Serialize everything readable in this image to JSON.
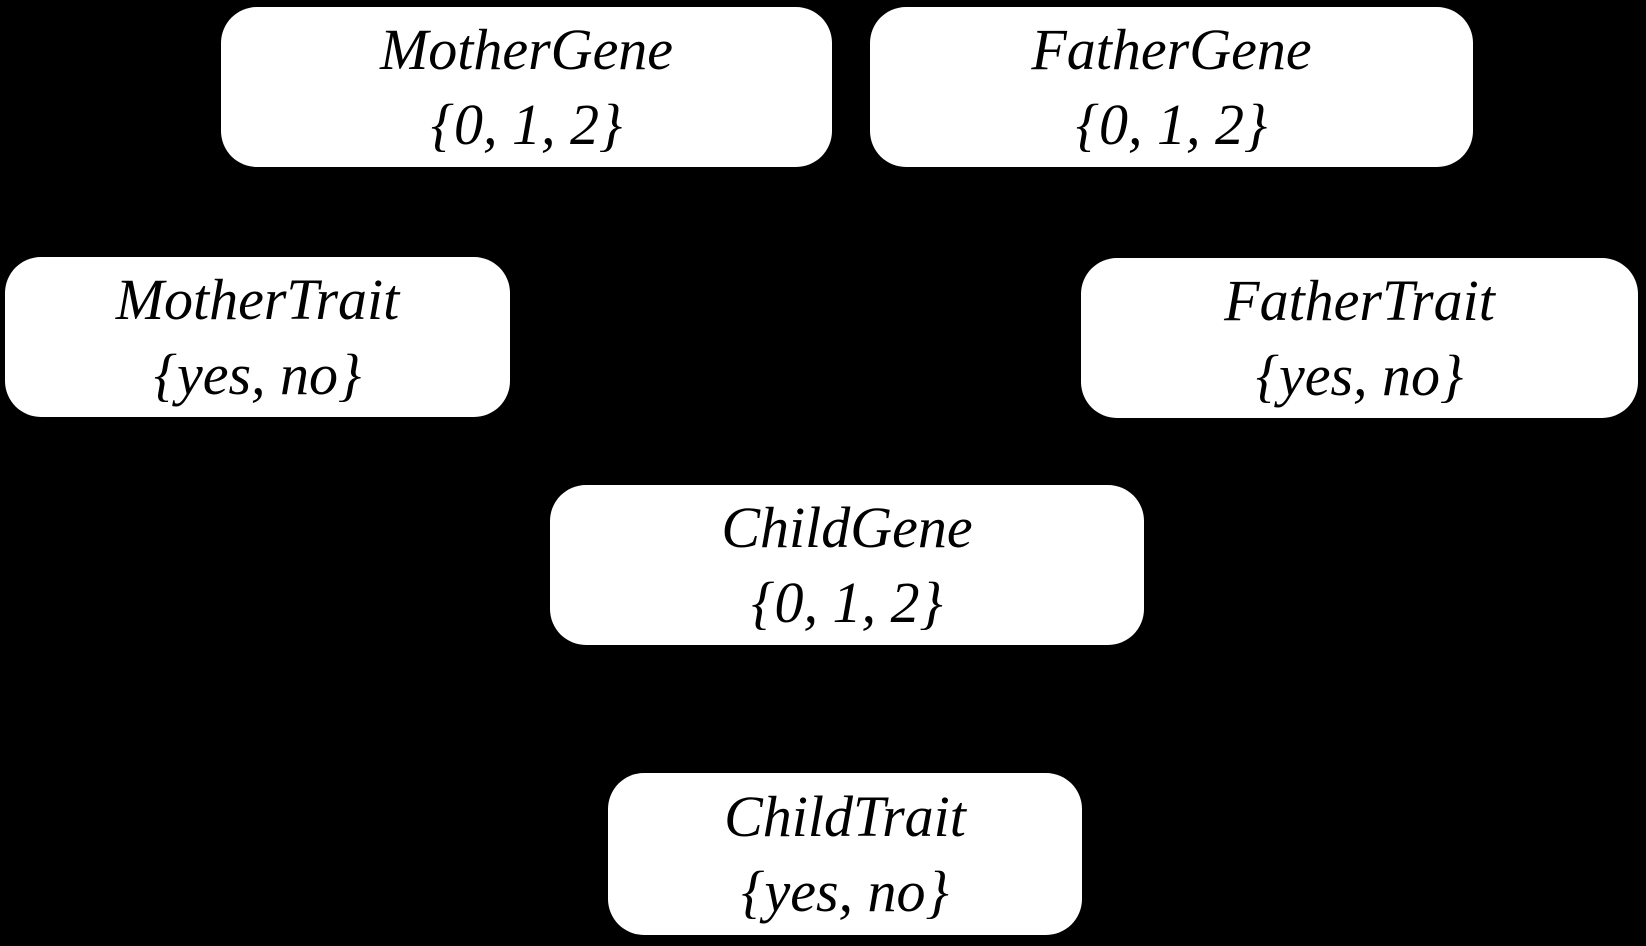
{
  "diagram": {
    "type": "bayesian-network",
    "background_color": "#000000",
    "node_fill_color": "#ffffff",
    "node_text_color": "#000000",
    "edges_visible": false,
    "nodes": [
      {
        "id": "mother-gene",
        "label": "MotherGene",
        "values": "{0, 1, 2}"
      },
      {
        "id": "father-gene",
        "label": "FatherGene",
        "values": "{0, 1, 2}"
      },
      {
        "id": "mother-trait",
        "label": "MotherTrait",
        "values": "{yes, no}"
      },
      {
        "id": "father-trait",
        "label": "FatherTrait",
        "values": "{yes, no}"
      },
      {
        "id": "child-gene",
        "label": "ChildGene",
        "values": "{0, 1, 2}"
      },
      {
        "id": "child-trait",
        "label": "ChildTrait",
        "values": "{yes, no}"
      }
    ]
  }
}
